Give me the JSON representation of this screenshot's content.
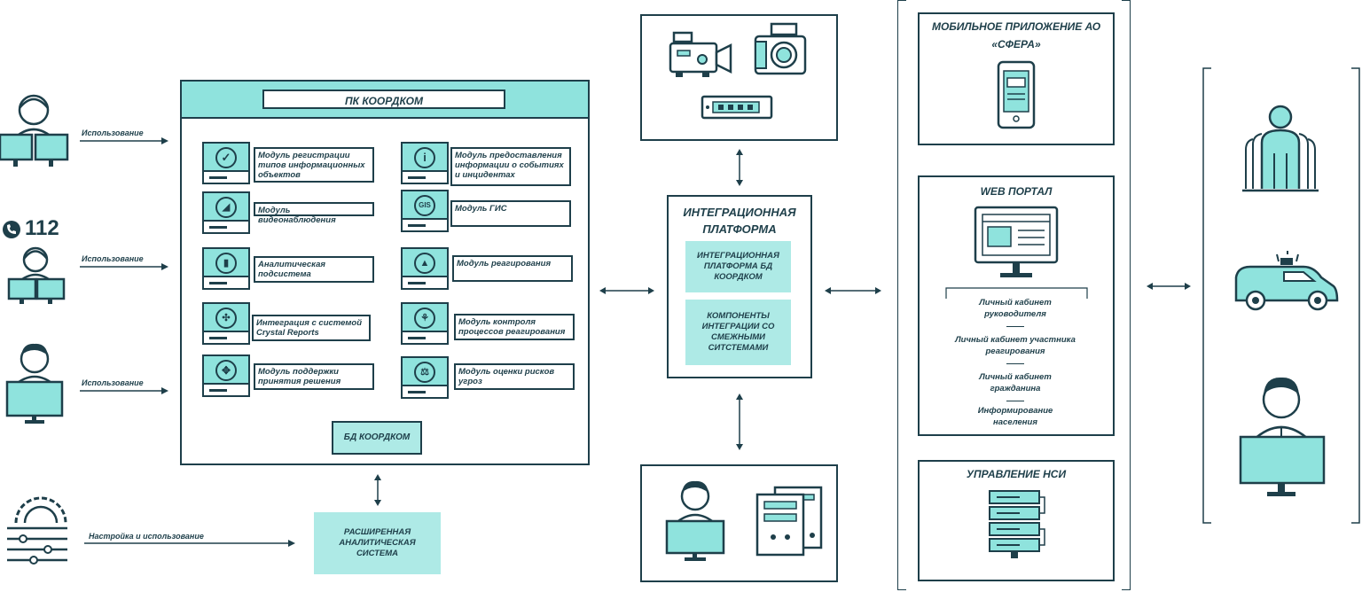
{
  "users": {
    "usage_label": "Использование",
    "phone_112": "112",
    "settings_label": "Настройка и использование"
  },
  "pk": {
    "title": "ПК КООРДКОМ",
    "db": "БД КООРДКОМ",
    "modules_left": [
      "Модуль регистрации типов информационных объектов",
      "Модуль видеонаблюдения",
      "Аналитическая подсистема",
      "Интеграция с системой Crystal Reports",
      "Модуль поддержки принятия решения"
    ],
    "modules_right": [
      "Модуль предоставления информации о событиях и инцидентах",
      "Модуль ГИС",
      "Модуль реагирования",
      "Модуль контроля процессов реагирования",
      "Модуль оценки рисков угроз"
    ],
    "gis_icon_text": "GIS"
  },
  "analytic": {
    "label": "РАСШИРЕННАЯ АНАЛИТИЧЕСКАЯ СИСТЕМА"
  },
  "integration": {
    "title": "ИНТЕГРАЦИОННАЯ ПЛАТФОРМА",
    "db": "ИНТЕГРАЦИОННАЯ ПЛАТФОРМА БД КООРДКОМ",
    "components": "КОМПОНЕНТЫ ИНТЕГРАЦИИ СО СМЕЖНЫМИ СИТСТЕМАМИ"
  },
  "right": {
    "mobile_title": "МОБИЛЬНОЕ ПРИЛОЖЕНИЕ АО «СФЕРА»",
    "web_title": "WEB ПОРТАЛ",
    "cabinets": [
      "Личный кабинет руководителя",
      "Личный кабинет участника реагирования",
      "Личный кабинет гражданина",
      "Информирование населения"
    ],
    "nsi_title": "УПРАВЛЕНИЕ НСИ"
  },
  "colors": {
    "dark": "#1e3f4a",
    "teal": "#8fe3dd",
    "teal_light": "#aeeae6"
  }
}
